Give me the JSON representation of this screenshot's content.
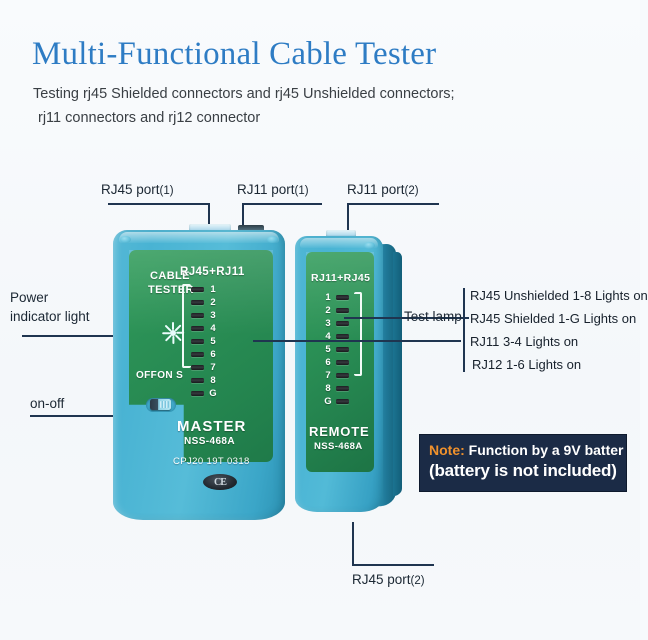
{
  "header": {
    "title": "Multi-Functional Cable Tester",
    "subtitle_line1": "Testing rj45 Shielded connectors and rj45 Unshielded connectors;",
    "subtitle_line2": "rj11 connectors and rj12 connector",
    "title_color": "#2e7cc4"
  },
  "callouts": {
    "rj45_port_1": "RJ45 port",
    "rj45_port_1_num": "(1)",
    "rj11_port_1": "RJ11 port",
    "rj11_port_1_num": "(1)",
    "rj11_port_2": "RJ11 port",
    "rj11_port_2_num": "(2)",
    "rj45_port_2": "RJ45 port",
    "rj45_port_2_num": "(2)",
    "power_indicator_line1": "Power",
    "power_indicator_line2": "indicator light",
    "on_off": "on-off",
    "test_lamp": "Test lamp"
  },
  "test_lamp_lines": [
    "RJ45 Unshielded 1-8 Lights on",
    "RJ45 Shielded 1-G Lights on",
    "RJ11 3-4 Lights on",
    "RJ12 1-6 Lights on"
  ],
  "note": {
    "keyword": "Note:",
    "line1_rest": " Function by a 9V batter",
    "line2": "(battery is not included)",
    "bg_color": "#1b2b46",
    "keyword_color": "#f0912c",
    "text_color": "#ffffff"
  },
  "master_unit": {
    "brand_line1": "CABLE",
    "brand_line2": "TESTER",
    "port_label": "RJ45+RJ11",
    "switch_label": "OFFON S",
    "name": "MASTER",
    "model": "NSS-468A",
    "batch_code": "CPJ20 19T 0318",
    "ce_mark": "CE",
    "led_labels": [
      "1",
      "2",
      "3",
      "4",
      "5",
      "6",
      "7",
      "8",
      "G"
    ]
  },
  "remote_unit": {
    "port_label": "RJ11+RJ45",
    "name": "REMOTE",
    "model": "NSS-468A",
    "led_labels": [
      "1",
      "2",
      "3",
      "4",
      "5",
      "6",
      "7",
      "8",
      "G"
    ]
  },
  "colors": {
    "background": "#f7fafc",
    "body_cyan": "#4ab4d4",
    "faceplate_green": "#2a8f55",
    "leader_line": "#1f3550"
  }
}
